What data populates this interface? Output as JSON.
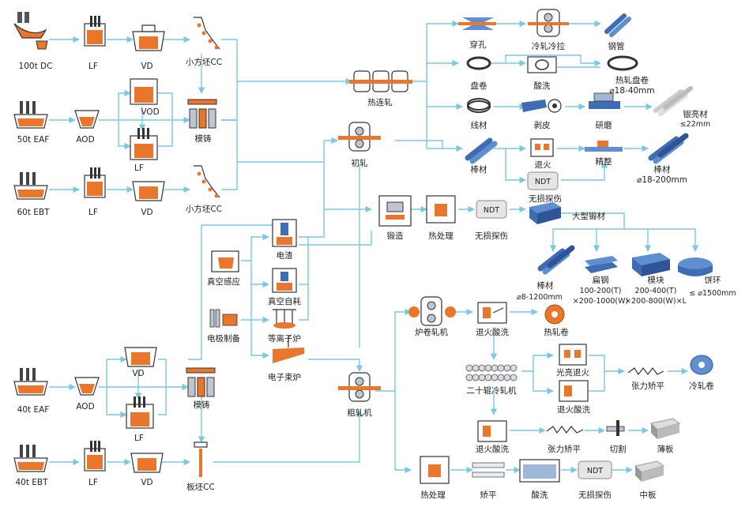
{
  "colors": {
    "accent": "#e9762d",
    "flow_line": "#7cc8de",
    "steel": "#3f6db3",
    "outline": "#333333"
  },
  "labels": {
    "dc100": "100t DC",
    "lf_a": "LF",
    "vd_a": "VD",
    "billet_cc_a": "小方坯CC",
    "eaf50": "50t EAF",
    "aod_a": "AOD",
    "vod": "VOD",
    "lf_b": "LF",
    "ingot_a": "模铸",
    "ebt60": "60t EBT",
    "lf_c": "LF",
    "vd_c": "VD",
    "billet_cc_b": "小方坯CC",
    "vim": "真空感应",
    "electrode": "电极制备",
    "esr": "电渣",
    "var": "真空自耗",
    "plasma": "等离子炉",
    "ebm": "电子束炉",
    "eaf40": "40t EAF",
    "aod_b": "AOD",
    "vd_d": "VD",
    "lf_d": "LF",
    "ingot_b": "模铸",
    "ebt40": "40t EBT",
    "lf_e": "LF",
    "vd_e": "VD",
    "slab_cc": "板坯CC",
    "hot_mill": "热连轧",
    "bloom_mill": "初轧",
    "forging": "锻造",
    "heat_treat_a": "热处理",
    "ndt_a": "无损探伤",
    "rough_mill": "粗轧机",
    "piercing": "穿孔",
    "cold_roll_draw": "冷轧冷拉",
    "pipe": "钢管",
    "coil": "盘卷",
    "pickling_a": "酸洗",
    "hot_coil_1": "热轧盘卷",
    "hot_coil_2": "⌀18-40mm",
    "wire": "线材",
    "peeling": "剥皮",
    "grinding": "研磨",
    "bright_1": "银亮材",
    "bright_2": "≤22mm",
    "bar_a": "棒材",
    "anneal_a": "退火",
    "finishing": "精整",
    "ndt_b": "无损探伤",
    "bar_out_1": "棒材",
    "bar_out_2": "⌀18-200mm",
    "ndt_box_a": "NDT",
    "ndt_box_b": "NDT",
    "ndt_box_c": "NDT",
    "large_forging": "大型锻材",
    "f_bar_1": "棒材",
    "f_bar_2": "⌀8-1200mm",
    "f_flat_1": "扁钢",
    "f_flat_2": "100-200(T)",
    "f_flat_3": "×200-1000(W)",
    "f_block_1": "模块",
    "f_block_2": "200-400(T)",
    "f_block_3": "×200-800(W)×L",
    "f_disc_1": "饼环",
    "f_disc_2": "≤ ⌀1500mm",
    "steckel": "炉卷轧机",
    "anneal_pickle_a": "退火酸洗",
    "hot_strip": "热轧卷",
    "sendzimir": "二十辊冷轧机",
    "bright_anneal": "光亮退火",
    "tension_level_a": "张力矫平",
    "cold_coil": "冷轧卷",
    "anneal_pickle_b": "退火酸洗",
    "anneal_pickle_c": "退火酸洗",
    "tension_level_b": "张力矫平",
    "cutting": "切割",
    "sheet": "薄板",
    "heat_treat_b": "热处理",
    "leveling": "矫平",
    "pickling_b": "酸洗",
    "ndt_c": "无损探伤",
    "plate": "中板"
  }
}
